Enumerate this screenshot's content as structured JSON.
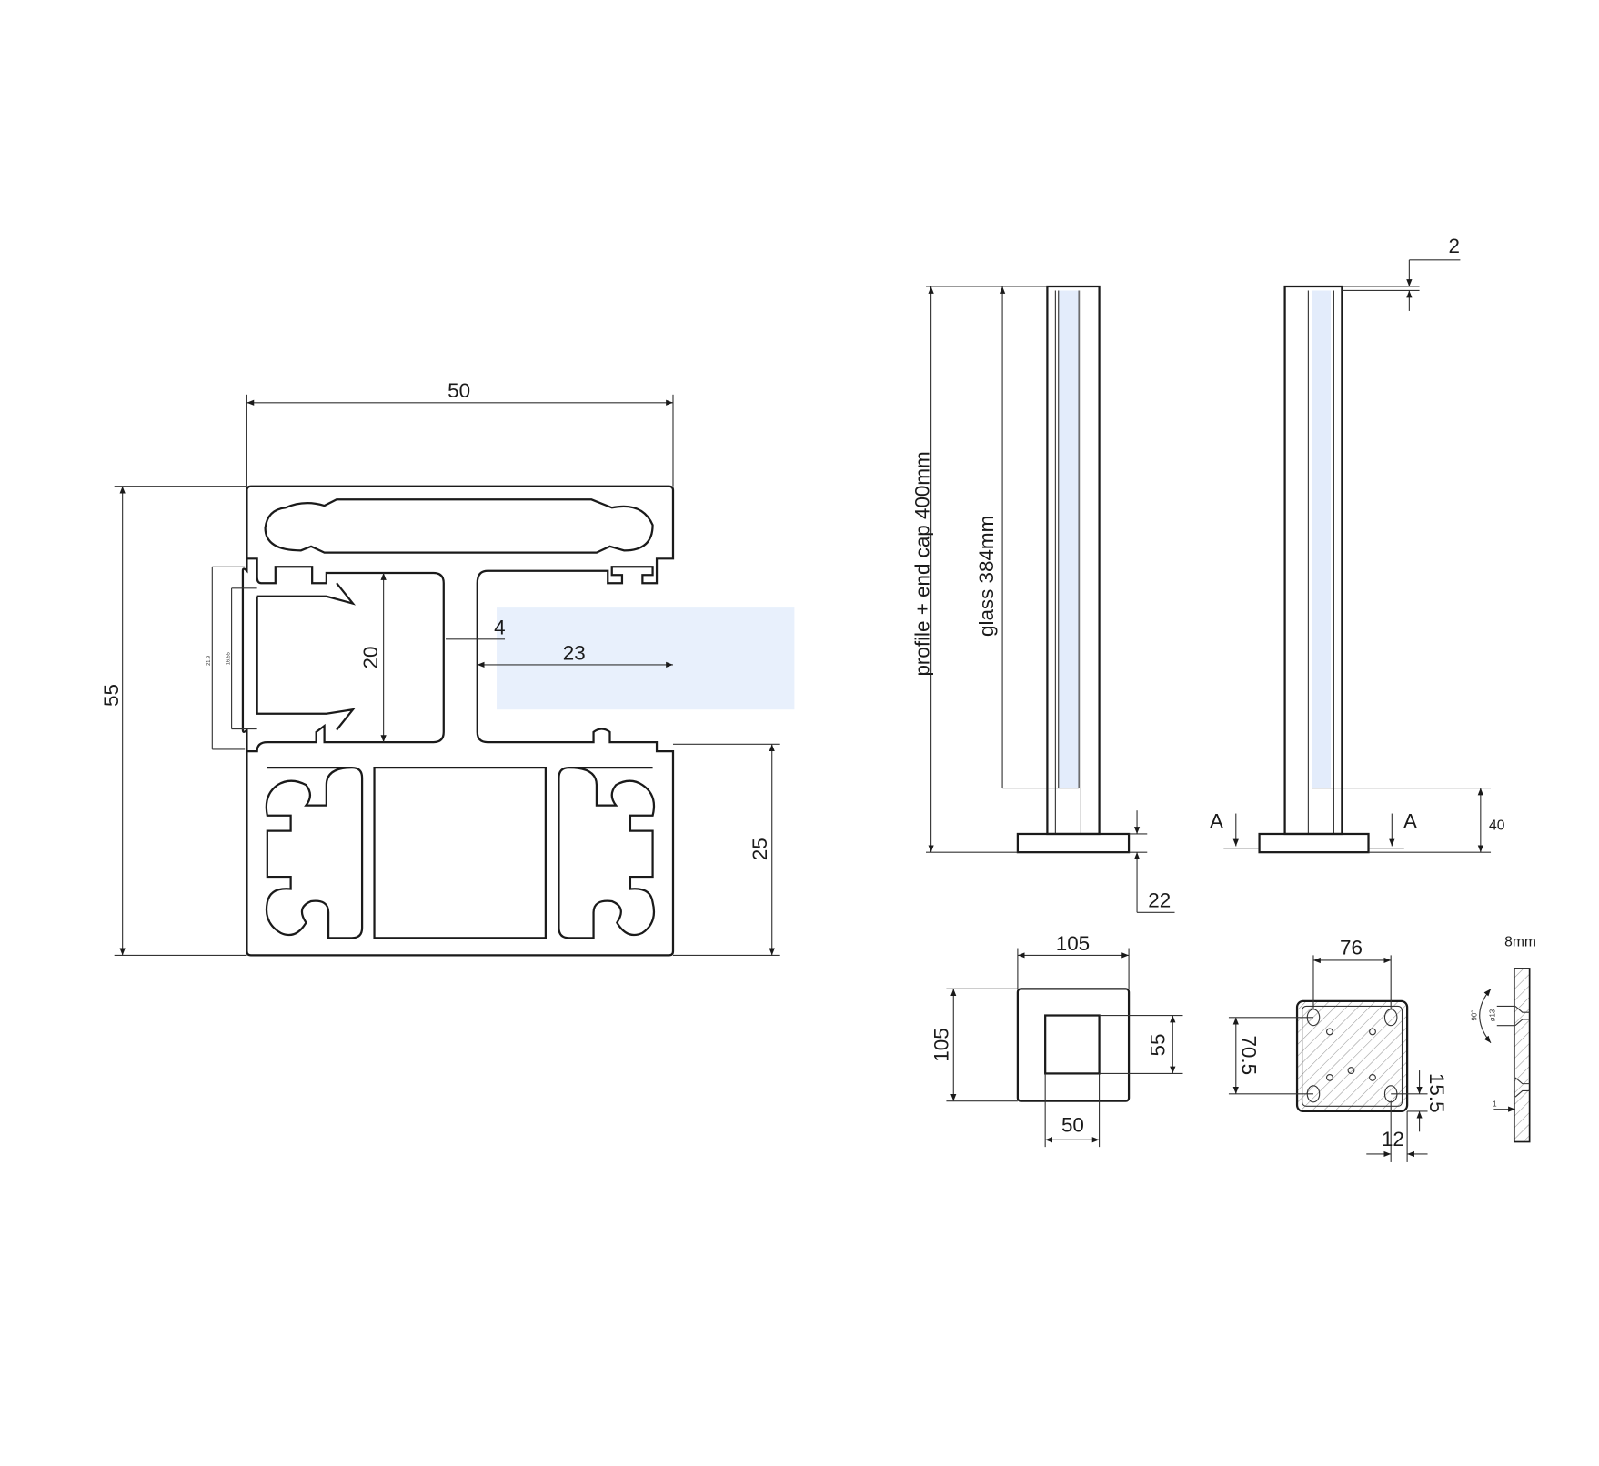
{
  "profile_section": {
    "width_label": "50",
    "height_label": "55",
    "lower_height_label": "25",
    "glass_slot_label": "20",
    "web_label": "4",
    "offset_label": "23",
    "clip_outer_label": "21.9",
    "clip_inner_label": "16.55"
  },
  "elevation": {
    "profile_label": "profile + end cap 400mm",
    "glass_label": "glass 384mm",
    "cap_label": "2",
    "base_label": "22",
    "height_label": "40",
    "section_left": "A",
    "section_right": "A"
  },
  "base_plan": {
    "outer_width": "105",
    "outer_height": "105",
    "inner_height": "55",
    "inner_width": "50"
  },
  "plate": {
    "hole_spacing": "76",
    "hole_vertical": "70.5",
    "edge_offset_y": "15.5",
    "edge_offset_x": "12"
  },
  "plate_section": {
    "thickness_label": "8mm",
    "angle_label": "90°",
    "diameter_label": "ø13",
    "depth_label": "1"
  },
  "colors": {
    "glass": "#e3ecfb",
    "highlight": "#e8f0fc",
    "line": "#1a1a1a"
  }
}
